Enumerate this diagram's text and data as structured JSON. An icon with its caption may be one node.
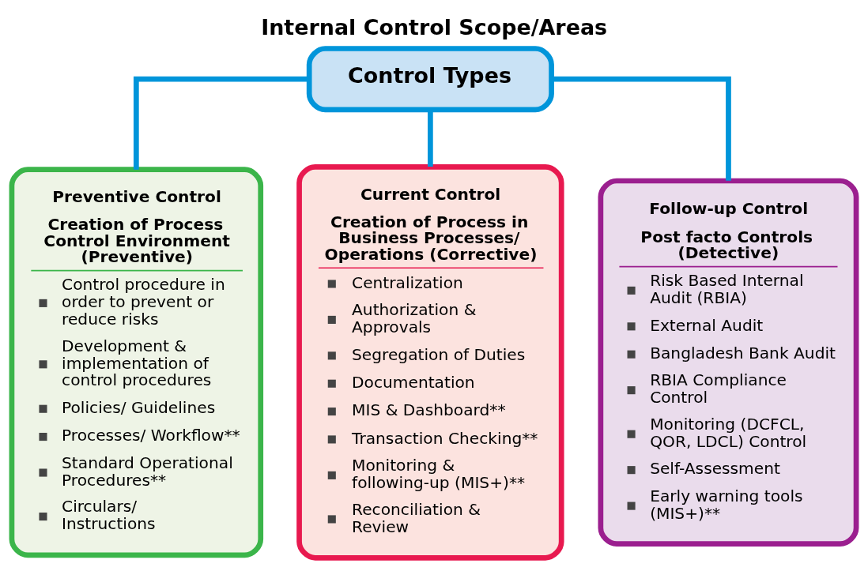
{
  "diagram": {
    "title": "Internal Control Scope/Areas",
    "nodes": [
      {
        "text": [
          "Control Types"
        ]
      },
      {
        "text": [
          "Preventive Control",
          "Creation of Process Control Environment (Preventive)",
          "Control procedure in order to prevent or reduce risks",
          "Development & implementation of control procedures",
          "Policies/ Guidelines",
          "Processes/ Workflow**",
          "Standard Operational Procedures**",
          "Circulars/ Instructions"
        ]
      },
      {
        "text": [
          "Current Control",
          "Creation of Process in Business Processes/ Operations (Corrective)",
          "Centralization",
          "Authorization & Approvals",
          "Segregation of Duties",
          "Documentation",
          "MIS & Dashboard**",
          "Transaction Checking**",
          "Monitoring & following-up (MIS+)**",
          "Reconciliation & Review"
        ]
      },
      {
        "text": [
          "Follow-up Control",
          "Post facto Controls (Detective)",
          "Risk Based Internal Audit (RBIA)",
          "External Audit",
          "Bangladesh Bank Audit",
          "RBIA Compliance Control",
          "Monitoring (DCFCL, QOR, LDCL) Control",
          "Self-Assessment",
          "Early warning tools (MIS+)**"
        ]
      }
    ],
    "edges": [
      {
        "from": 0,
        "to": 1,
        "arrow": "none"
      },
      {
        "from": 0,
        "to": 2,
        "arrow": "none"
      },
      {
        "from": 0,
        "to": 3,
        "arrow": "none"
      }
    ]
  }
}
